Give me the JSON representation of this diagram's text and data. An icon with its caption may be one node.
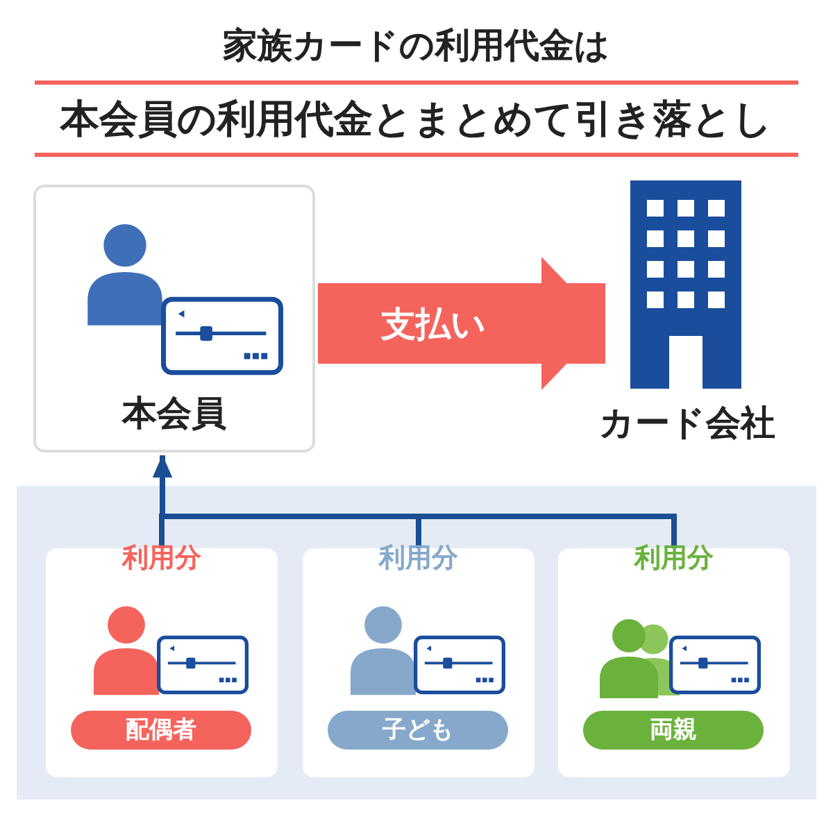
{
  "diagram": {
    "title": "家族カードの利用代金は",
    "nodes": [
      {
        "text": [
          "本会員"
        ]
      },
      {
        "text": [
          "カード会社"
        ]
      },
      {
        "text": [
          "利用分",
          "配偶者"
        ]
      },
      {
        "text": [
          "利用分",
          "子ども"
        ]
      },
      {
        "text": [
          "利用分",
          "両親"
        ]
      }
    ],
    "edges": [
      {
        "from": 0,
        "to": 1,
        "arrow": "to",
        "label": "支払い",
        "style": "thick",
        "color": "#f4645d"
      },
      {
        "from": 2,
        "to": 0,
        "arrow": "to"
      },
      {
        "from": 3,
        "to": 0,
        "arrow": "to"
      },
      {
        "from": 4,
        "to": 0,
        "arrow": "to"
      }
    ],
    "labels": [
      "本会員の利用代金とまとめて引き落とし"
    ]
  }
}
